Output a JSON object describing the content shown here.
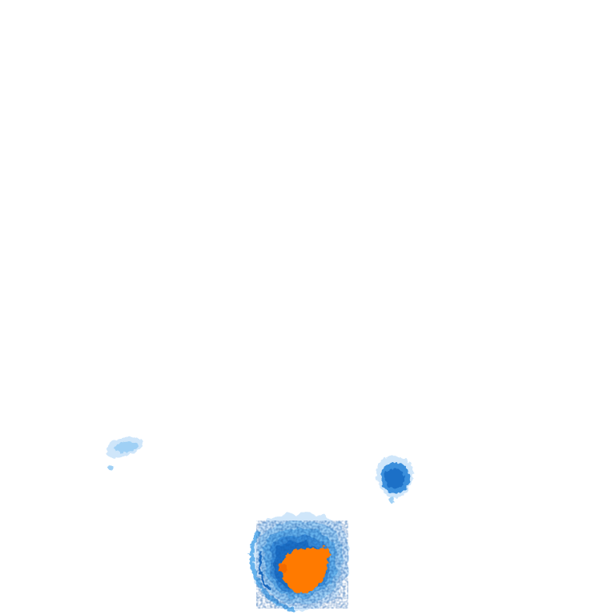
{
  "map": {
    "layer_type": "precipitation-radar-overlay",
    "background_color": "#ffffff",
    "palette": {
      "very_light": "#cfe6fa",
      "light": "#9fd0f5",
      "medium_light": "#66b2ec",
      "medium": "#3a8fdc",
      "dark": "#1f6fc7",
      "darkest": "#1558a8",
      "heavy": "#ff7a00",
      "heavy_edge": "#f26a00"
    },
    "echoes": [
      {
        "name": "echo-west",
        "intensity": "light"
      },
      {
        "name": "echo-east",
        "intensity": "moderate"
      },
      {
        "name": "echo-south",
        "intensity": "heavy"
      }
    ]
  }
}
